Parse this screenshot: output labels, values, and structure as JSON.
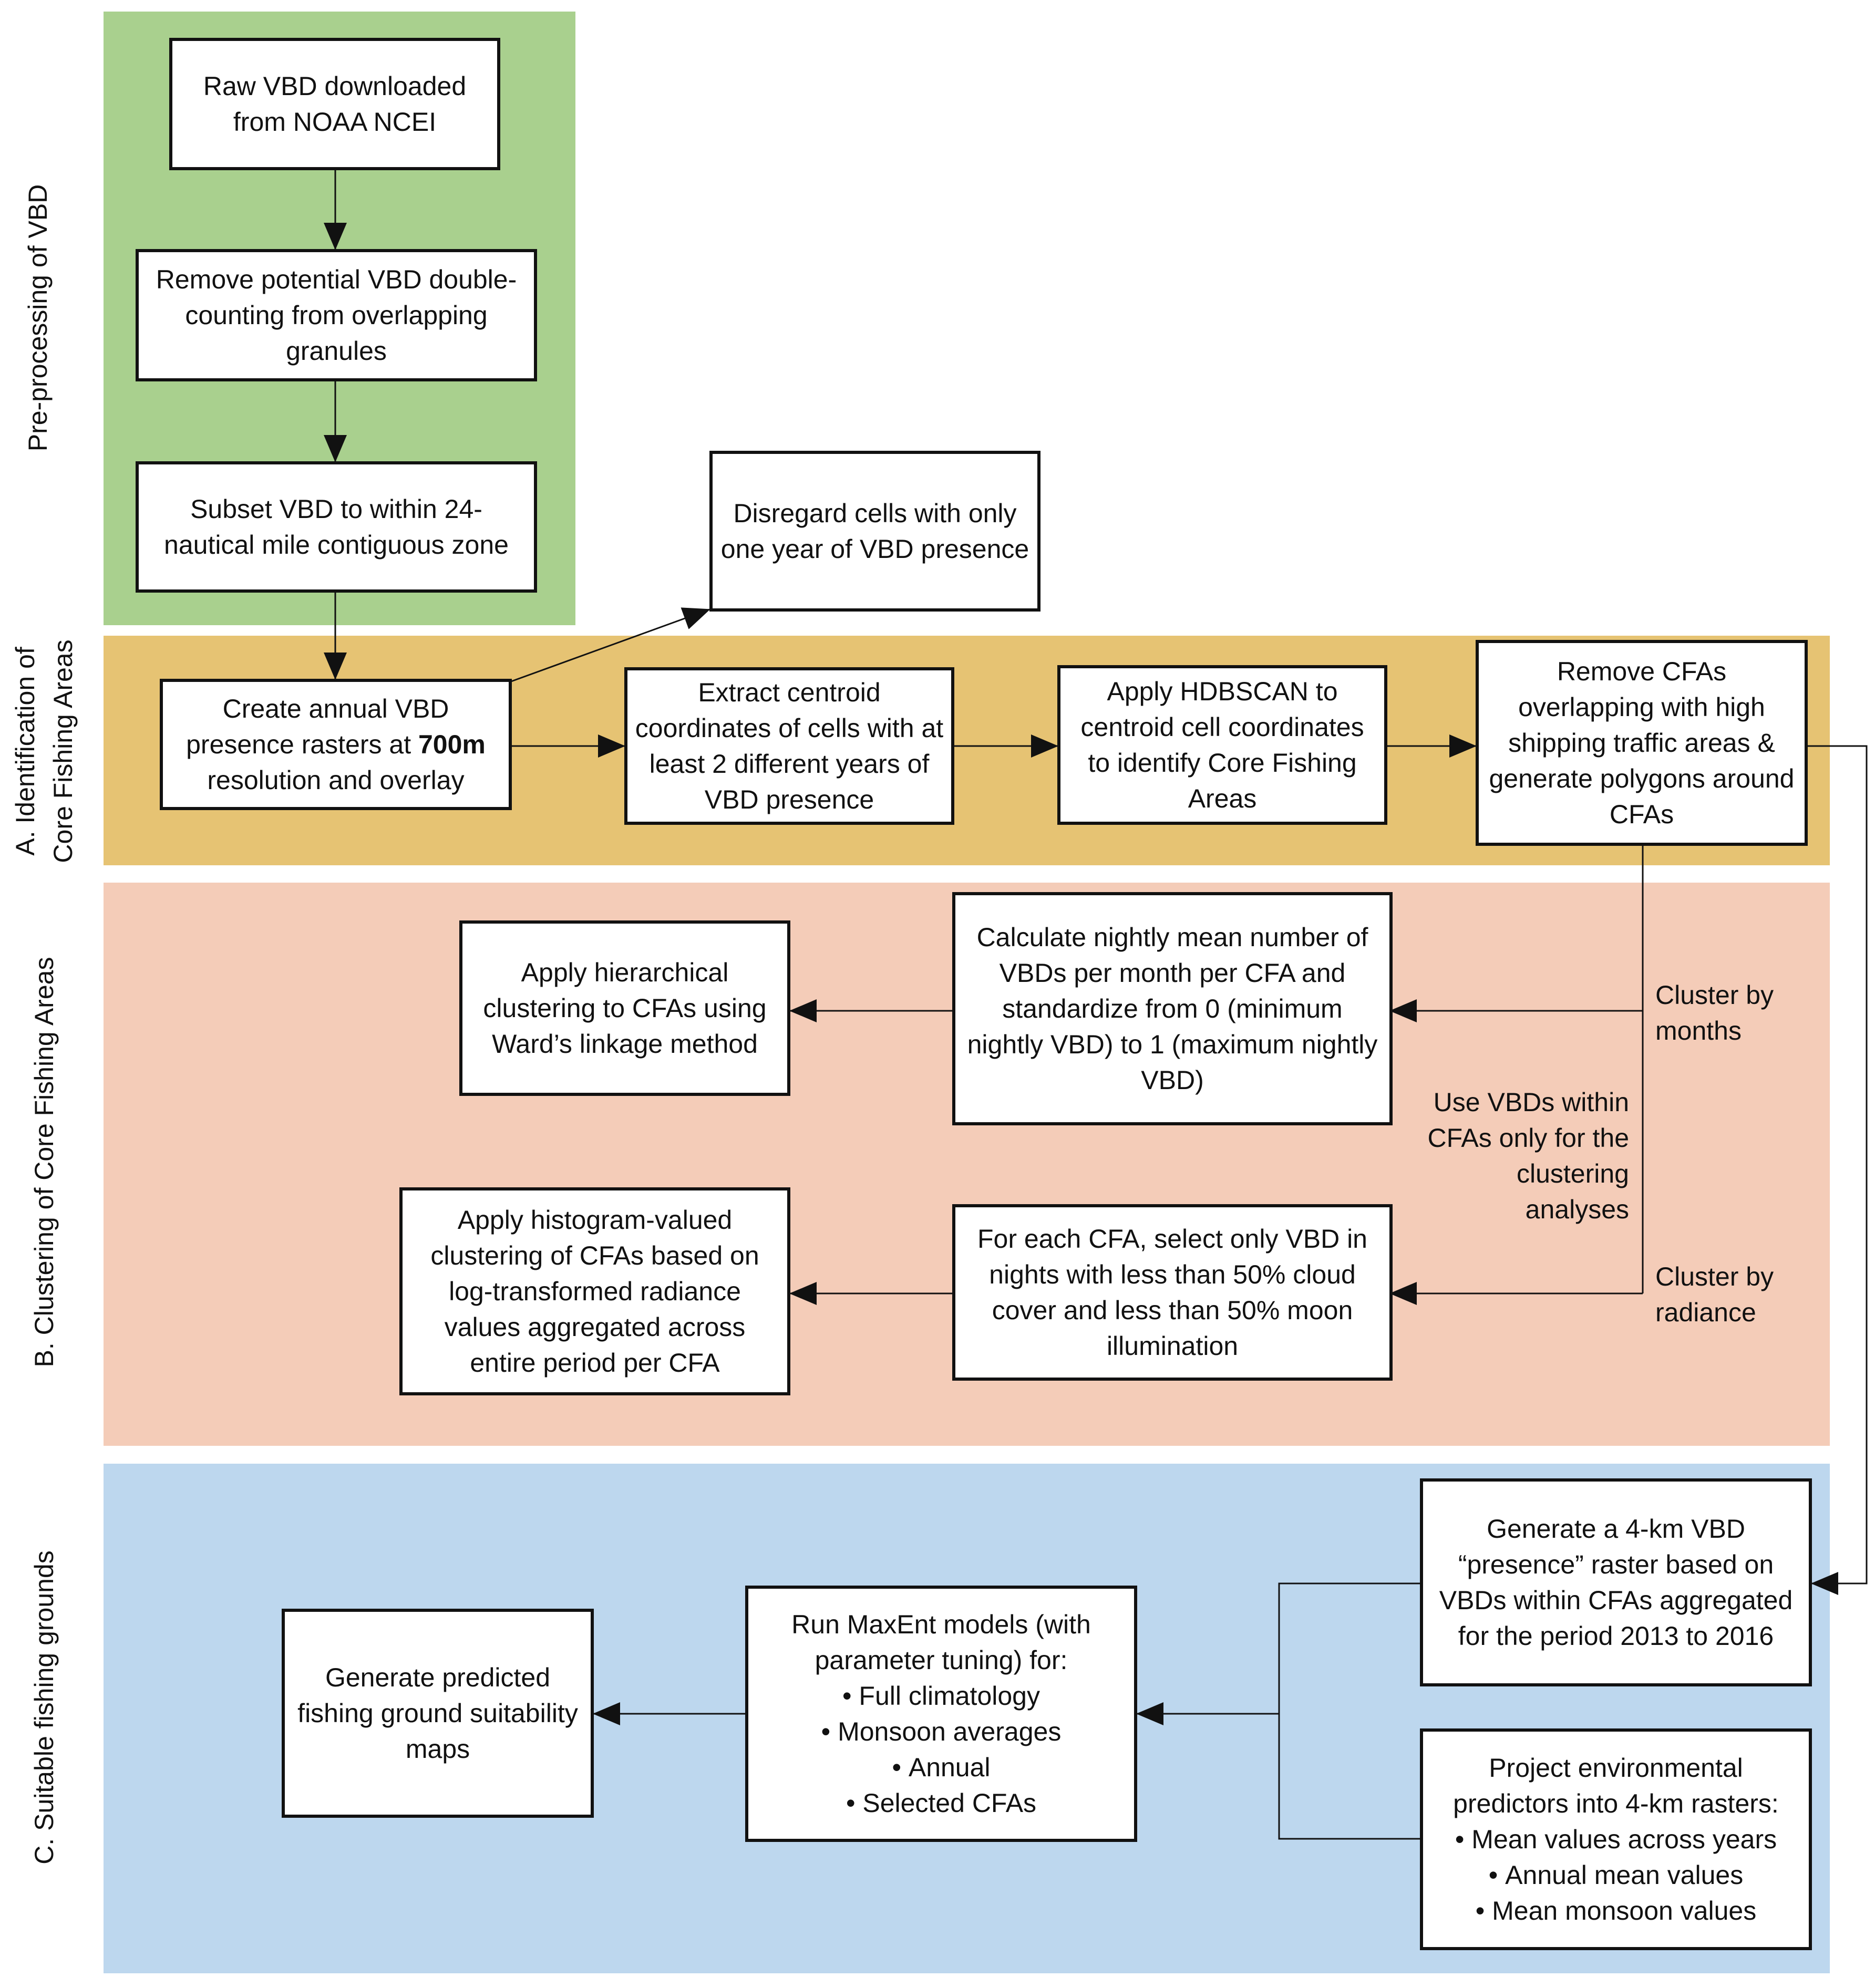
{
  "colors": {
    "preprocessing": "#a9d08e",
    "identification": "#e6c373",
    "clustering": "#f4ccb8",
    "suitable": "#bdd7ee",
    "stroke": "#111111"
  },
  "sections": {
    "preprocessing": "Pre-processing of VBD",
    "identification": [
      "A. Identification of",
      "Core Fishing Areas"
    ],
    "clustering": "B. Clustering of Core Fishing Areas",
    "suitable": "C. Suitable fishing grounds"
  },
  "nodes": {
    "raw_vbd": "Raw VBD downloaded from NOAA NCEI",
    "remove_double": "Remove potential VBD double-counting from overlapping granules",
    "subset_vbd": "Subset VBD to within 24-nautical mile contiguous zone",
    "disregard": "Disregard cells with only one year of VBD presence",
    "create_rasters": {
      "before": "Create annual VBD presence rasters at ",
      "bold": "700m",
      "after": " resolution and overlay"
    },
    "extract_centroid": "Extract centroid coordinates of cells with at least 2 different years of VBD presence",
    "apply_hdbscan": "Apply HDBSCAN to centroid cell coordinates to identify Core Fishing Areas",
    "remove_cfas": "Remove CFAs overlapping with high shipping traffic areas & generate polygons around CFAs",
    "calc_nightly": "Calculate nightly mean number of VBDs per month per CFA and standardize from 0 (minimum nightly VBD) to 1 (maximum nightly VBD)",
    "apply_hier": "Apply hierarchical clustering to CFAs using Ward’s linkage method",
    "select_vbd": "For each CFA, select only VBD in nights with less than 50% cloud cover and less than 50% moon illumination",
    "apply_hist": "Apply histogram-valued clustering of CFAs based on log-transformed radiance values aggregated across entire period per CFA",
    "generate_raster": "Generate a 4-km VBD “presence” raster based on VBDs within CFAs aggregated for the period 2013 to 2016",
    "project_env": {
      "head": "Project environmental predictors into 4-km rasters:",
      "items": [
        "Mean values across years",
        "Annual mean values",
        "Mean monsoon values"
      ]
    },
    "run_maxent": {
      "head": "Run MaxEnt models (with parameter tuning) for:",
      "items": [
        "Full climatology",
        "Monsoon averages",
        "Annual",
        "Selected CFAs"
      ]
    },
    "gen_maps": "Generate predicted fishing ground suitability maps"
  },
  "edge_labels": {
    "cluster_months": "Cluster by months",
    "use_vbds": "Use VBDs within CFAs only for the clustering analyses",
    "cluster_radiance": "Cluster by radiance"
  }
}
